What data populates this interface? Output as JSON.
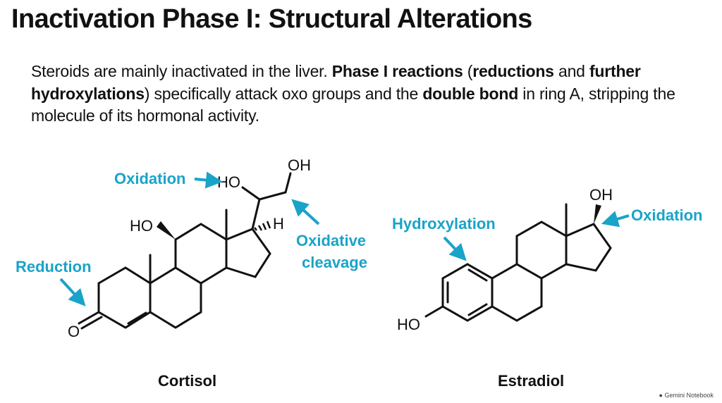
{
  "title": "Inactivation Phase I: Structural Alterations",
  "intro": {
    "p1": "Steroids are mainly inactivated in the liver. ",
    "b1": "Phase I reactions",
    "p2": " (",
    "b2": "reductions",
    "p3": " and ",
    "b3": "further hydroxylations",
    "p4": ") specifically attack oxo groups and the ",
    "b4": "double bond",
    "p5": " in ring A, stripping the molecule of its hormonal activity."
  },
  "cortisol": {
    "name": "Cortisol",
    "atoms": {
      "o_ketone": "O",
      "ho_11": "HO",
      "ho_17": "HO",
      "oh_21": "OH",
      "h_17": "H"
    },
    "labels": {
      "oxidation": "Oxidation",
      "reduction": "Reduction",
      "oxidative_1": "Oxidative",
      "oxidative_2": "cleavage"
    }
  },
  "estradiol": {
    "name": "Estradiol",
    "atoms": {
      "ho_3": "HO",
      "oh_17": "OH"
    },
    "labels": {
      "hydroxylation": "Hydroxylation",
      "oxidation": "Oxidation"
    }
  },
  "colors": {
    "accent": "#1aa3c8",
    "text": "#111111"
  },
  "badge": "Gemini Notebook"
}
